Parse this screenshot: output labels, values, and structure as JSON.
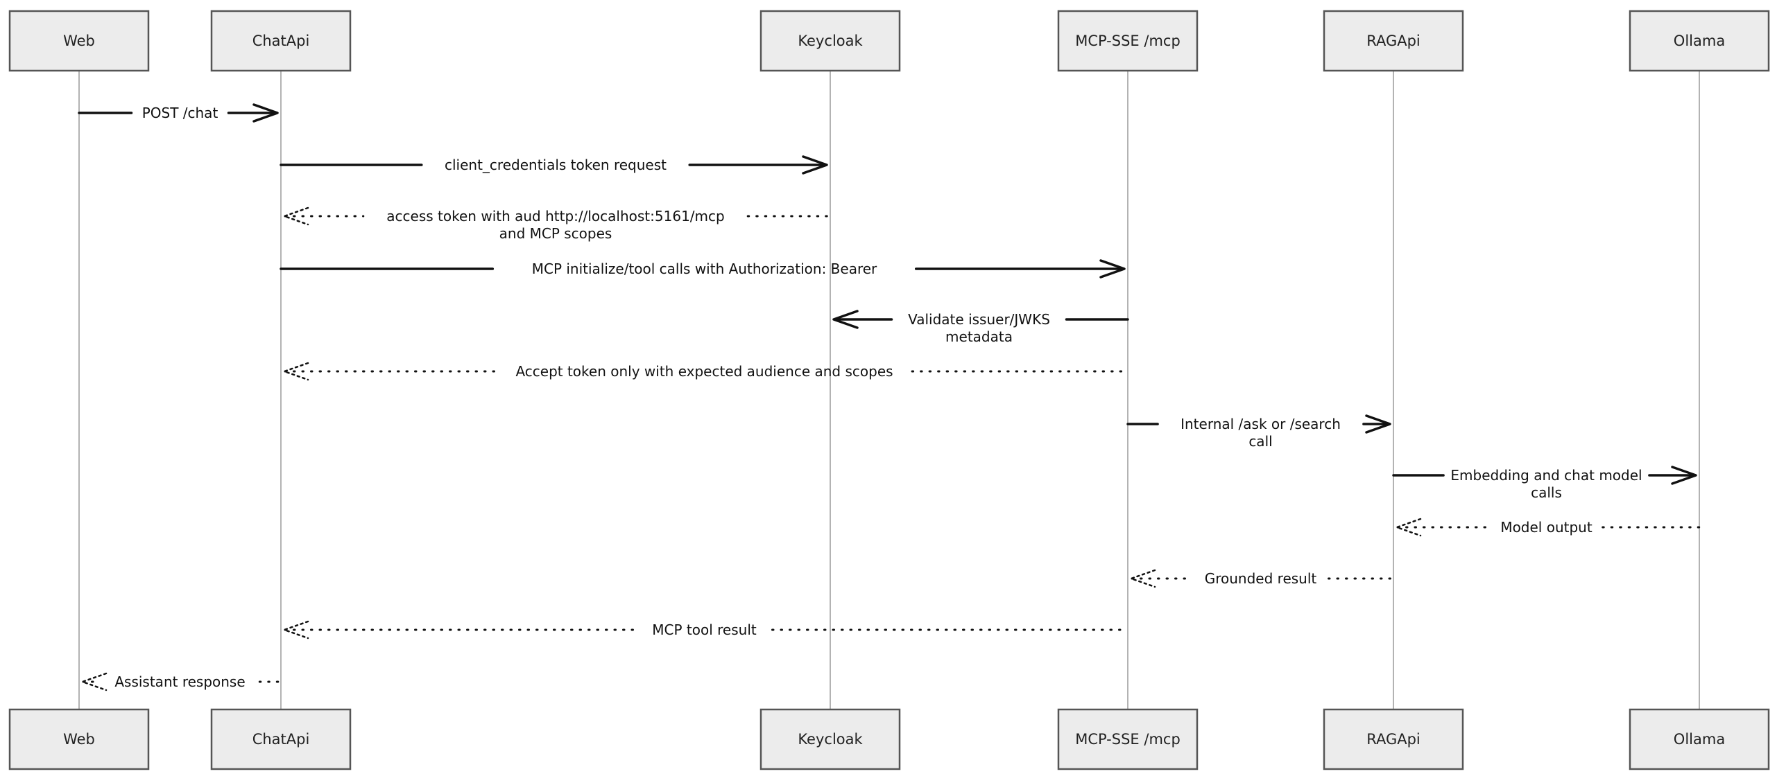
{
  "diagram": {
    "participants": [
      {
        "id": "web",
        "label": "Web"
      },
      {
        "id": "chatapi",
        "label": "ChatApi"
      },
      {
        "id": "keycloak",
        "label": "Keycloak"
      },
      {
        "id": "mcp",
        "label": "MCP-SSE /mcp"
      },
      {
        "id": "ragapi",
        "label": "RAGApi"
      },
      {
        "id": "ollama",
        "label": "Ollama"
      }
    ],
    "messages": [
      {
        "from": "web",
        "to": "chatapi",
        "kind": "sync",
        "lines": [
          "POST /chat"
        ]
      },
      {
        "from": "chatapi",
        "to": "keycloak",
        "kind": "sync",
        "lines": [
          "client_credentials token request"
        ]
      },
      {
        "from": "keycloak",
        "to": "chatapi",
        "kind": "reply",
        "lines": [
          "access token with aud http://localhost:5161/mcp",
          "and MCP scopes"
        ]
      },
      {
        "from": "chatapi",
        "to": "mcp",
        "kind": "sync",
        "lines": [
          "MCP initialize/tool calls with Authorization: Bearer"
        ]
      },
      {
        "from": "mcp",
        "to": "keycloak",
        "kind": "sync",
        "lines": [
          "Validate issuer/JWKS",
          "metadata"
        ]
      },
      {
        "from": "mcp",
        "to": "chatapi",
        "kind": "reply",
        "lines": [
          "Accept token only with expected audience and scopes"
        ]
      },
      {
        "from": "mcp",
        "to": "ragapi",
        "kind": "sync",
        "lines": [
          "Internal /ask or /search",
          "call"
        ]
      },
      {
        "from": "ragapi",
        "to": "ollama",
        "kind": "sync",
        "lines": [
          "Embedding and chat model",
          "calls"
        ]
      },
      {
        "from": "ollama",
        "to": "ragapi",
        "kind": "reply",
        "lines": [
          "Model output"
        ]
      },
      {
        "from": "ragapi",
        "to": "mcp",
        "kind": "reply",
        "lines": [
          "Grounded result"
        ]
      },
      {
        "from": "mcp",
        "to": "chatapi",
        "kind": "reply",
        "lines": [
          "MCP tool result"
        ]
      },
      {
        "from": "chatapi",
        "to": "web",
        "kind": "reply",
        "lines": [
          "Assistant response"
        ]
      }
    ]
  }
}
